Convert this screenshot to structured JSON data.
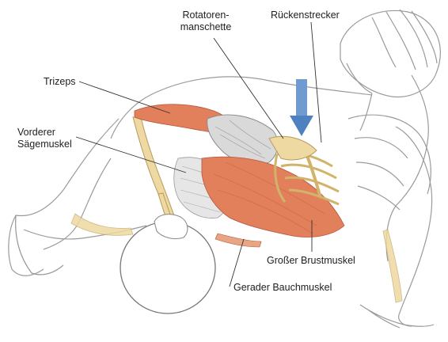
{
  "labels": {
    "rotatorenmanschette": "Rotatoren-\nmanschette",
    "rueckenstrecker": "Rückenstrecker",
    "trizeps": "Trizeps",
    "vorderer_saegemuskel": "Vorderer\nSägemuskel",
    "grosser_brustmuskel": "Großer Brustmuskel",
    "gerader_bauchmuskel": "Gerader Bauchmuskel"
  },
  "colors": {
    "muscle": "#e2805c",
    "muscle_dark": "#c85a3a",
    "bone": "#eed9a2",
    "outline": "#8c8c8c",
    "arrow": "#6f9bd0",
    "leader_line": "#333333"
  }
}
